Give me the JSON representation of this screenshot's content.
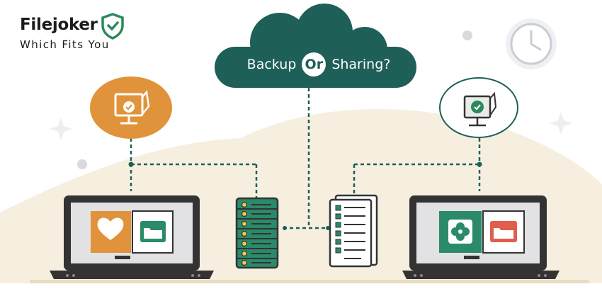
{
  "brand": {
    "name": "Filejoker",
    "tagline": "Which Fits You"
  },
  "cloud": {
    "text_before": "Backup",
    "or_label": "Or",
    "text_after": "Sharing?"
  },
  "icons": {
    "brand": "shield-check-icon",
    "clock": "clock-icon",
    "left_monitor": "monitor-check-icon",
    "right_monitor": "monitor-check-icon",
    "left_laptop_apps": [
      "heart-icon",
      "folder-icon"
    ],
    "right_laptop_apps": [
      "flower-icon",
      "folder-icon"
    ],
    "server": "server-rack-icon",
    "document": "document-list-icon"
  },
  "colors": {
    "primary": "#1e5f58",
    "accent_orange": "#e0933a",
    "accent_red": "#df5e4c",
    "beige": "#f4ead6",
    "dark": "#333333"
  }
}
